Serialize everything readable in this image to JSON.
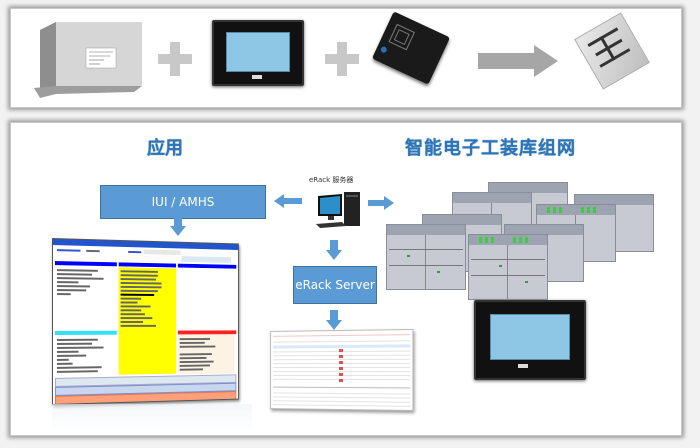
{
  "top_row": {
    "items": [
      {
        "name": "eRack controller",
        "icon": "controller-box-icon"
      },
      {
        "operator": "+"
      },
      {
        "name": "touch panel (HMI)",
        "icon": "hmi-panel-icon"
      },
      {
        "operator": "+"
      },
      {
        "name": "RFID reader",
        "icon": "rfid-reader-icon"
      },
      {
        "operator": "→"
      },
      {
        "name": "RFID tag",
        "icon": "rfid-tag-icon"
      }
    ]
  },
  "bottom": {
    "left_title": "应用",
    "right_title": "智能电子工装库组网",
    "iui_box_label": "IUI / AMHS",
    "server_label": "eRack 服务器",
    "erack_server_box_label": "eRack Server",
    "colors": {
      "accent_blue": "#5b9bd5",
      "title_blue": "#2e75b6",
      "border_blue": "#41719c",
      "frame_gray": "#9a9a9a"
    }
  }
}
